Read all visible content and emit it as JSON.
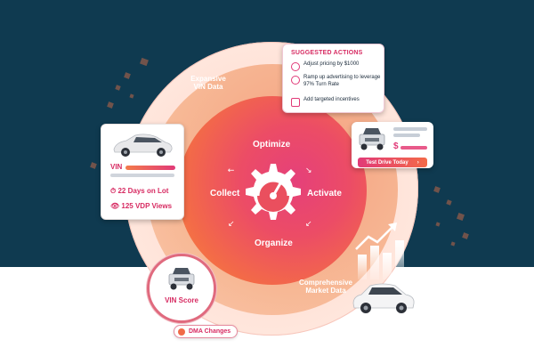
{
  "diagram": {
    "core_labels": {
      "top": "Optimize",
      "left": "Collect",
      "right": "Activate",
      "bottom": "Organize"
    },
    "ring_labels": {
      "expansive_line1": "Expansive",
      "expansive_line2": "VIN Data",
      "comprehensive_line1": "Comprehensive",
      "comprehensive_line2": "Market Data"
    }
  },
  "vin_card": {
    "vin_label": "VIN",
    "days_on_lot": "22 Days on Lot",
    "vdp_views": "125 VDP Views"
  },
  "suggested_actions": {
    "title": "SUGGESTED ACTIONS",
    "items": [
      "Adjust pricing by $1000",
      "Ramp up advertising to leverage 97% Turn Rate",
      "Add targeted incentives"
    ]
  },
  "test_drive_card": {
    "dollar": "$",
    "button_label": "Test Drive Today",
    "button_arrow": "›"
  },
  "vin_score": {
    "label": "VIN Score"
  },
  "dma": {
    "label": "DMA Changes"
  },
  "colors": {
    "background_top": "#0f3a50",
    "accent_pink": "#d72b62",
    "accent_orange": "#f36a48"
  },
  "icons": {
    "gear": "gear-gauge-icon",
    "clock": "clock-icon",
    "eye": "eye-icon",
    "pin": "location-pin-icon"
  }
}
